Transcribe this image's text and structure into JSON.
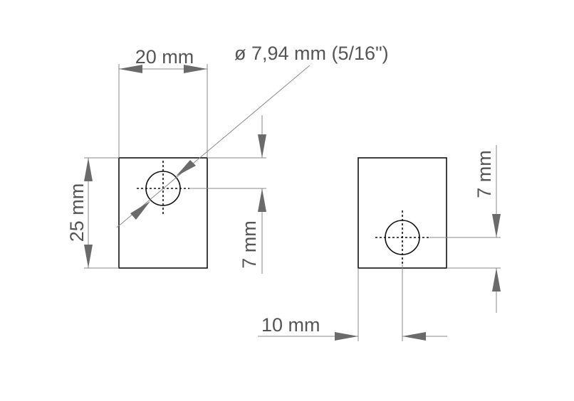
{
  "labels": {
    "width": "20 mm",
    "height": "25 mm",
    "hole_diameter": "ø 7,94 mm (5/16\")",
    "hole_offset_top": "7 mm",
    "hole_offset_bottom": "7 mm",
    "hole_offset_side": "10 mm"
  },
  "colors": {
    "part_outline": "#111111",
    "dimension_lines": "#8a8a8a",
    "dimension_text": "#555555"
  }
}
